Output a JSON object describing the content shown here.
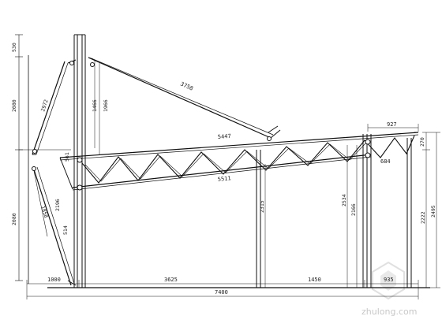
{
  "drawing": {
    "dimensions": {
      "bottom": [
        "1000",
        "3625",
        "1450",
        "935"
      ],
      "overall": "7400",
      "left_column": [
        "530",
        "2080",
        "2080"
      ],
      "top_right": "927",
      "right_column": [
        "2495",
        "2222"
      ],
      "right_small": "270",
      "post_heights": [
        "2315",
        "2534",
        "2166"
      ],
      "chord_top": "5447",
      "chord_bottom": "5511",
      "chord_right": "684",
      "tie_length": "3758",
      "post_labels": [
        "1466",
        "1966"
      ],
      "left_diag": [
        "2972",
        "561",
        "2196",
        "1858",
        "514"
      ]
    },
    "watermark": {
      "text": "zhulong.com",
      "logo_icon": "zhulong-logo-icon"
    }
  }
}
